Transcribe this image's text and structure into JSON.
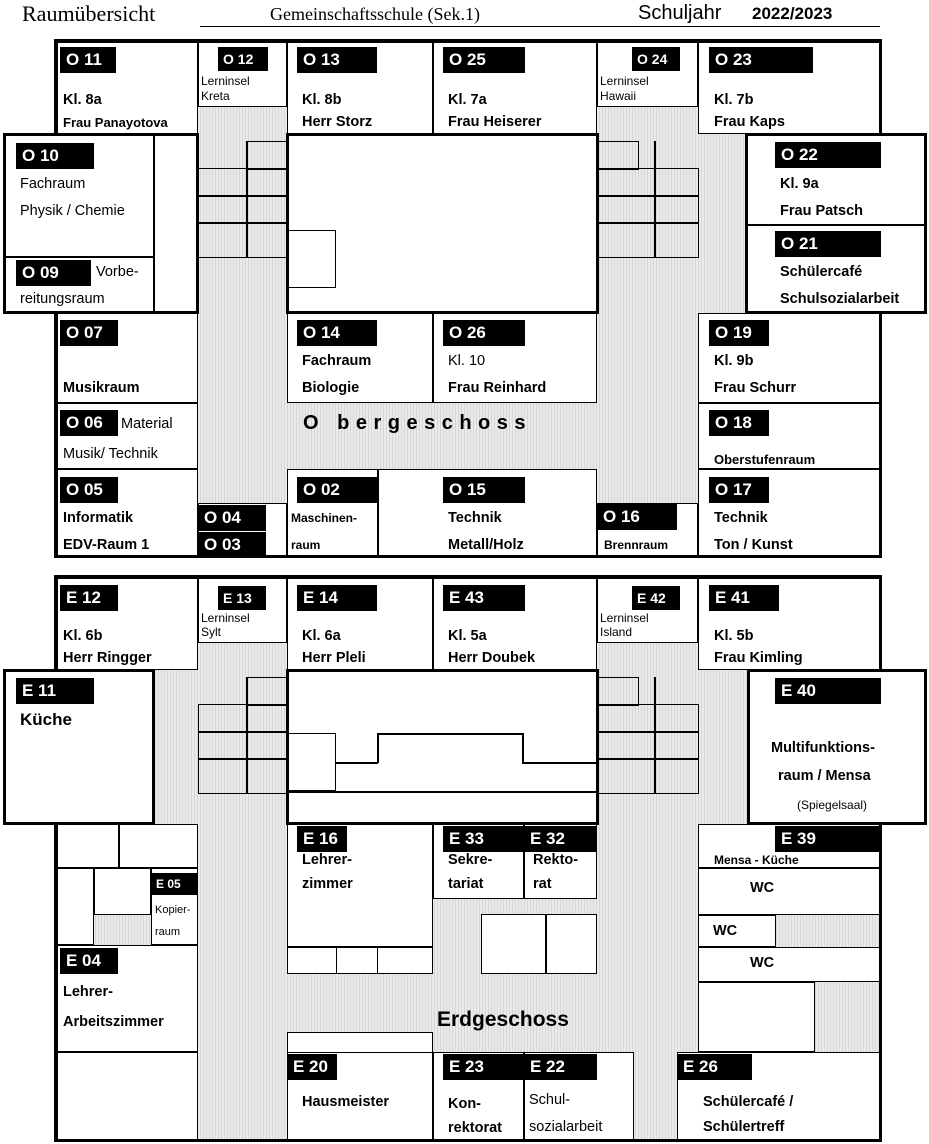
{
  "header": {
    "title": "Raumübersicht",
    "school": "Gemeinschaftsschule (Sek.1)",
    "year_label": "Schuljahr",
    "year": "2022/2023"
  },
  "upper": {
    "floor_label": "O bergeschoss",
    "o11": {
      "tag": "O 11",
      "line1": "Kl. 8a",
      "line2": "Frau Panayotova"
    },
    "o12": {
      "tag": "O 12",
      "line1": "Lerninsel",
      "line2": "Kreta"
    },
    "o13": {
      "tag": "O 13",
      "line1": "Kl. 8b",
      "line2": "Herr Storz"
    },
    "o25": {
      "tag": "O 25",
      "line1": "Kl. 7a",
      "line2": "Frau Heiserer"
    },
    "o24": {
      "tag": "O 24",
      "line1": "Lerninsel",
      "line2": "Hawaii"
    },
    "o23": {
      "tag": "O 23",
      "line1": "Kl. 7b",
      "line2": "Frau Kaps"
    },
    "o10": {
      "tag": "O 10",
      "line1": "Fachraum",
      "line2": "Physik / Chemie"
    },
    "o09": {
      "tag": "O 09",
      "line1": "Vorbe-",
      "line2": "reitungsraum"
    },
    "o22": {
      "tag": "O 22",
      "line1": "Kl. 9a",
      "line2": "Frau Patsch"
    },
    "o21": {
      "tag": "O 21",
      "line1": "Schülercafé",
      "line2": "Schulsozialarbeit"
    },
    "o07": {
      "tag": "O 07",
      "line1": "Musikraum"
    },
    "o14": {
      "tag": "O 14",
      "line1": "Fachraum",
      "line2": "Biologie"
    },
    "o26": {
      "tag": "O 26",
      "line1": "Kl. 10",
      "line2": "Frau Reinhard"
    },
    "o19": {
      "tag": "O 19",
      "line1": "Kl. 9b",
      "line2": "Frau Schurr"
    },
    "o06": {
      "tag": "O 06",
      "line1": "Material",
      "line2": "Musik/ Technik"
    },
    "o18": {
      "tag": "O 18",
      "line1": "Oberstufenraum"
    },
    "o05": {
      "tag": "O 05",
      "line1": "Informatik",
      "line2": "EDV-Raum 1"
    },
    "o04": {
      "tag": "O 04"
    },
    "o03": {
      "tag": "O 03"
    },
    "o02": {
      "tag": "O 02",
      "line1": "Maschinen-",
      "line2": "raum"
    },
    "o15": {
      "tag": "O 15",
      "line1": "Technik",
      "line2": "Metall/Holz"
    },
    "o16": {
      "tag": "O 16",
      "line1": "Brennraum"
    },
    "o17": {
      "tag": "O 17",
      "line1": "Technik",
      "line2": "Ton / Kunst"
    }
  },
  "ground": {
    "floor_label": "Erdgeschoss",
    "e12": {
      "tag": "E 12",
      "line1": "Kl. 6b",
      "line2": "Herr Ringger"
    },
    "e13": {
      "tag": "E 13",
      "line1": "Lerninsel",
      "line2": "Sylt"
    },
    "e14": {
      "tag": "E 14",
      "line1": "Kl. 6a",
      "line2": "Herr Pleli"
    },
    "e43": {
      "tag": "E 43",
      "line1": "Kl. 5a",
      "line2": "Herr Doubek"
    },
    "e42": {
      "tag": "E 42",
      "line1": "Lerninsel",
      "line2": "Island"
    },
    "e41": {
      "tag": "E 41",
      "line1": "Kl. 5b",
      "line2": "Frau Kimling"
    },
    "e11": {
      "tag": "E 11",
      "line1": "Küche"
    },
    "e40": {
      "tag": "E 40",
      "line1": "Multifunktions-",
      "line2": "raum / Mensa",
      "line3": "(Spiegelsaal)"
    },
    "e16": {
      "tag": "E 16",
      "line1": "Lehrer-",
      "line2": "zimmer"
    },
    "e33": {
      "tag": "E 33",
      "line1": "Sekre-",
      "line2": "tariat"
    },
    "e32": {
      "tag": "E 32",
      "line1": "Rekto-",
      "line2": "rat"
    },
    "e39": {
      "tag": "E 39",
      "line1": "Mensa - Küche"
    },
    "e05": {
      "tag": "E 05",
      "line1": "Kopier-",
      "line2": "raum"
    },
    "wc1": "WC",
    "wc2": "WC",
    "wc3": "WC",
    "e04": {
      "tag": "E 04",
      "line1": "Lehrer-",
      "line2": "Arbeitszimmer"
    },
    "e20": {
      "tag": "E 20",
      "line1": "Hausmeister"
    },
    "e23": {
      "tag": "E 23",
      "line1": "Kon-",
      "line2": "rektorat"
    },
    "e22": {
      "tag": "E 22",
      "line1": "Schul-",
      "line2": "sozialarbeit"
    },
    "e26": {
      "tag": "E 26",
      "line1": "Schülercafé /",
      "line2": "Schülertreff"
    }
  }
}
